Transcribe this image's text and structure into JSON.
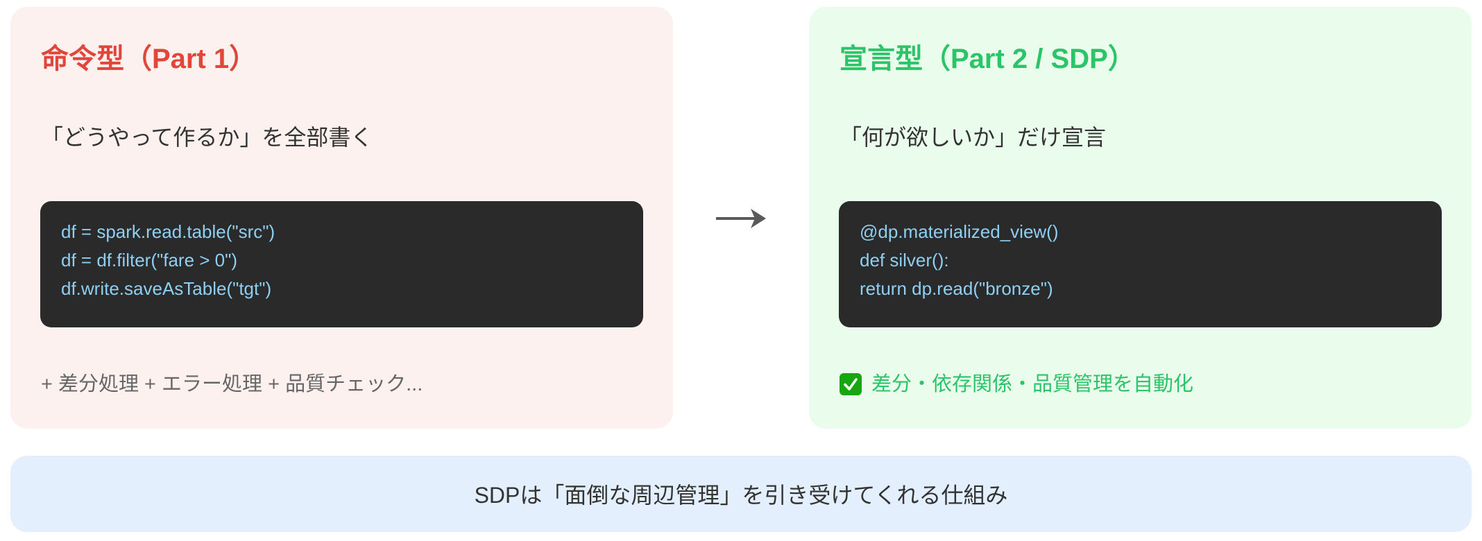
{
  "left_card": {
    "title": "命令型（Part 1）",
    "subtitle": "「どうやって作るか」を全部書く",
    "code": [
      "df = spark.read.table(\"src\")",
      "df = df.filter(\"fare > 0\")",
      "df.write.saveAsTable(\"tgt\")"
    ],
    "note": "+ 差分処理 + エラー処理 + 品質チェック...",
    "accent_color": "#e2453a",
    "background": "#fdf1f0"
  },
  "arrow": {
    "icon": "right-arrow-icon",
    "glyph": "→"
  },
  "right_card": {
    "title": "宣言型（Part 2 / SDP）",
    "subtitle": "「何が欲しいか」だけ宣言",
    "code": [
      "@dp.materialized_view()",
      "def silver():",
      "return dp.read(\"bronze\")"
    ],
    "note_icon": "check-mark-button-icon",
    "note": "差分・依存関係・品質管理を自動化",
    "accent_color": "#2cc469",
    "background": "#eafcec"
  },
  "banner": {
    "text": "SDPは「面倒な周辺管理」を引き受けてくれる仕組み",
    "background": "#e3effc"
  },
  "colors": {
    "code_background": "#2a2a2a",
    "code_text": "#8ecff4",
    "body_text": "#333333",
    "muted_text": "#666666"
  }
}
